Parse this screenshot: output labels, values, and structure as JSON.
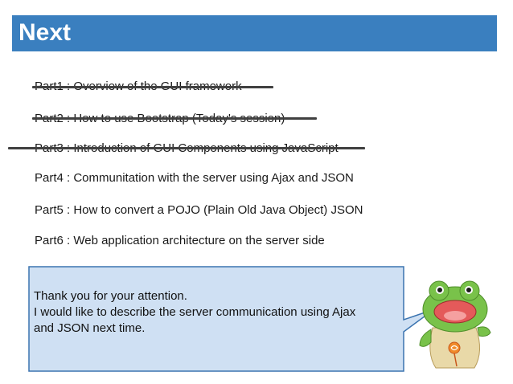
{
  "slide": {
    "title": "Next",
    "agenda": [
      {
        "label": "Part1 : Overview of the GUI framework",
        "struck": true
      },
      {
        "label": "Part2 : How to use Bootstrap (Today's session)",
        "struck": true
      },
      {
        "label": "Part3 : Introduction of GUI Components using JavaScript",
        "struck": true
      },
      {
        "label": "Part4 : Communitation with the server using Ajax and JSON",
        "struck": false
      },
      {
        "label": "Part5 : How to convert a POJO (Plain Old Java Object) JSON",
        "struck": false
      },
      {
        "label": "Part6 : Web application architecture on the server side",
        "struck": false
      }
    ],
    "callout": {
      "line1": "Thank you for your attention.",
      "line2": "I would like to describe the server communication using Ajax",
      "line3": "and JSON next time."
    }
  },
  "colors": {
    "title_bar": "#3a7fbf",
    "callout_fill": "#cfe0f3",
    "callout_border": "#3b74b0",
    "strike": "#404040"
  }
}
